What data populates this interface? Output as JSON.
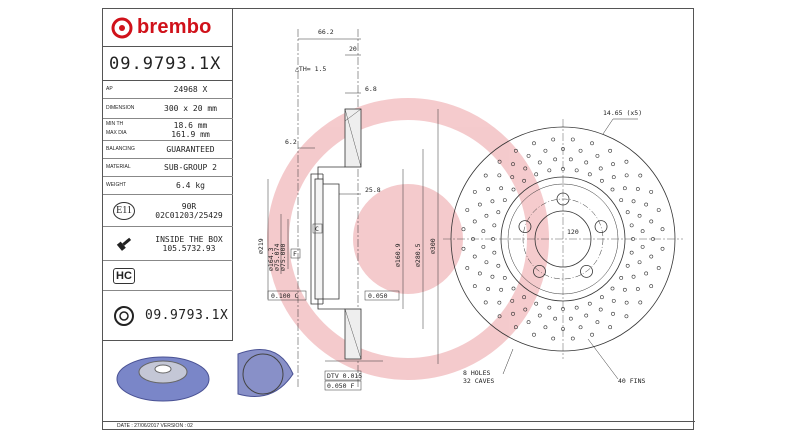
{
  "brand": {
    "name": "brembo",
    "color": "#d0111a"
  },
  "part_number": "09.9793.1X",
  "specs": {
    "ap_label": "AP",
    "ap_value": "24968 X",
    "dimension_label": "DIMENSION",
    "dimension_value": "300 x 20 mm",
    "min_th_label": "MIN TH",
    "min_th_value": "18.6 mm",
    "max_dia_label": "MAX DIA",
    "max_dia_value": "161.9 mm",
    "balancing_label": "BALANCING",
    "balancing_value": "GUARANTEED",
    "material_label": "MATERIAL",
    "material_value": "SUB-GROUP 2",
    "weight_label": "WEIGHT",
    "weight_value": "6.4 kg",
    "approval_code": "E11",
    "approval_line1": "90R",
    "approval_line2": "02C01203/25429",
    "inside_box_line1": "INSIDE THE BOX",
    "inside_box_line2": "105.5732.93",
    "hc_label": "HC",
    "bottom_part_number": "09.9793.1X"
  },
  "dims": {
    "width_total": "66.2",
    "hat_width": "20",
    "th": "△TH= 1.5",
    "d1": "6.8",
    "d2": "6.2",
    "d3": "25.8",
    "dia_219": "∅219",
    "dia_164": "∅164.3",
    "dia_75_074": "∅75.074",
    "dia_75_000": "∅75.000",
    "dia_160": "∅160.9",
    "dia_280": "∅280.5",
    "dia_300": "∅300",
    "tol_c": "0.100 C",
    "tol_e": "0.050",
    "label_c": "C",
    "label_f": "F",
    "dtv": "DTV 0.015",
    "flat": "0.050 F",
    "holes_dia": "14.65 (x5)",
    "pcd": "120",
    "holes_note_1": "8 HOLES",
    "holes_note_2": "32 CAVES",
    "fins": "40 FINS"
  },
  "footer": {
    "date_text": "DATE : 27/06/2017 VERSION : 02"
  }
}
